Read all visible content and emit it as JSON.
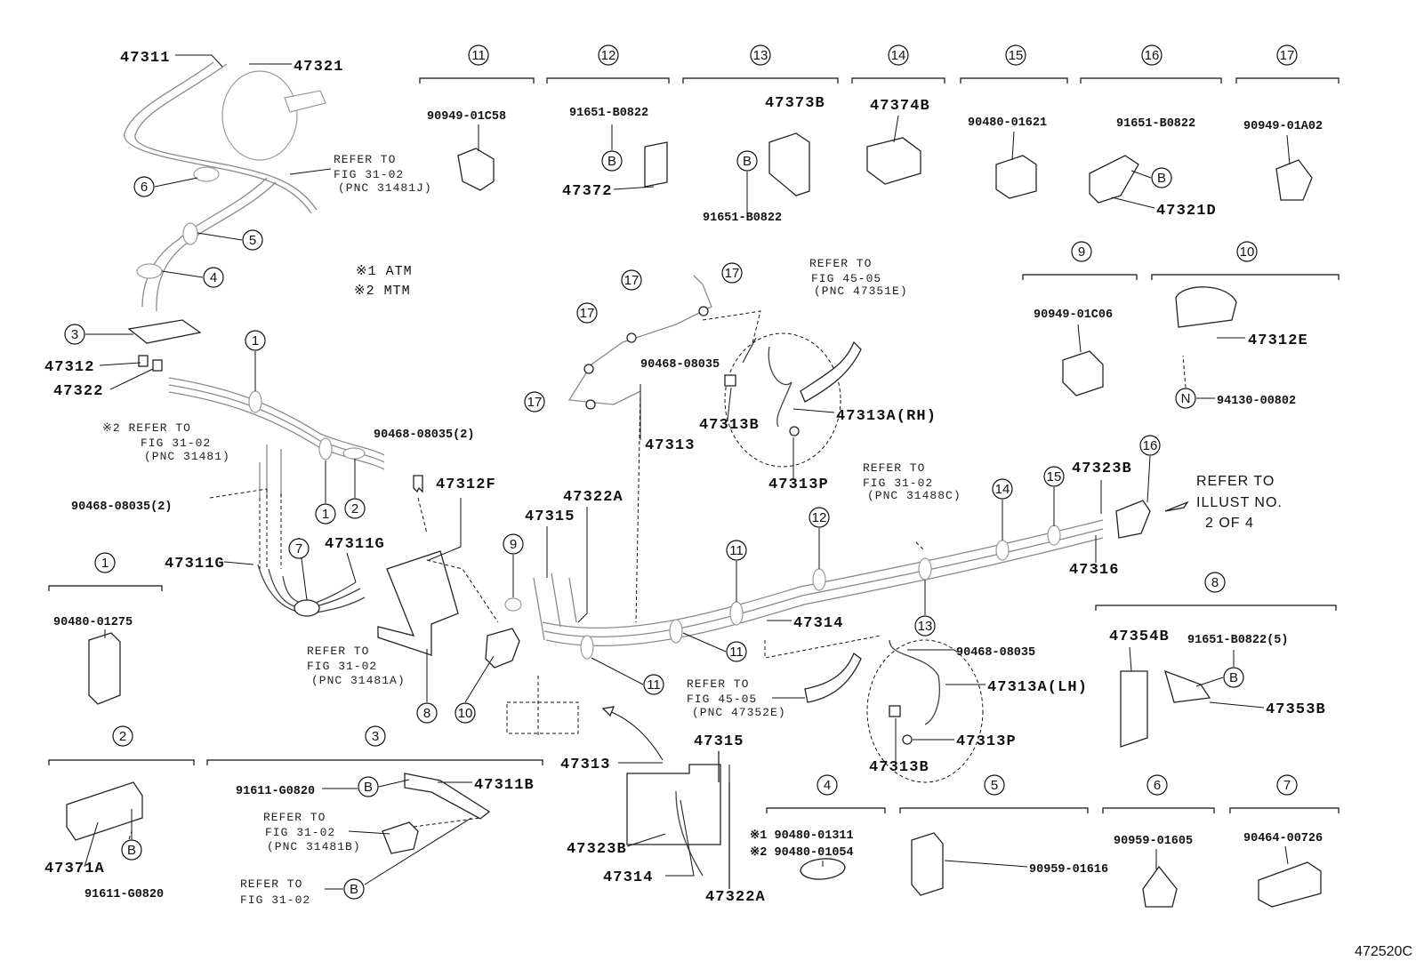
{
  "parts": [
    "47311",
    "47321",
    "47312",
    "47322",
    "90468-08035(2)",
    "90468-08035(2)",
    "47312F",
    "47311G",
    "47311G",
    "47315",
    "47322A",
    "47313",
    "90949-01C58",
    "91651-B0822",
    "47372",
    "47373B",
    "91651-B0822",
    "47374B",
    "90480-01621",
    "91651-B0822",
    "47321D",
    "90949-01A02",
    "90468-08035",
    "47313B",
    "47313A(RH)",
    "47313P",
    "90949-01C06",
    "47312E",
    "94130-00802",
    "47323B",
    "47316",
    "47314",
    "90468-08035",
    "47313A(LH)",
    "47313P",
    "47313B",
    "47354B",
    "91651-B0822(5)",
    "47353B",
    "90480-01275",
    "47371A",
    "91611-G0820",
    "91611-G0820",
    "47311B",
    "47313",
    "47315",
    "47323B",
    "47314",
    "47322A",
    "※1 90480-01311",
    "※2 90480-01054",
    "90959-01616",
    "90959-01605",
    "90464-00726"
  ],
  "refer": [
    "REFER TO",
    "FIG 31-02",
    "(PNC 31481J)",
    "※2 REFER TO",
    "FIG 31-02",
    "(PNC 31481)",
    "REFER TO",
    "FIG 31-02",
    "(PNC 31481A)",
    "REFER TO",
    "FIG 45-05",
    "(PNC 47351E)",
    "REFER TO",
    "FIG 31-02",
    "(PNC 31488C)",
    "REFER TO",
    "ILLUST NO.",
    "2 OF 4",
    "REFER TO",
    "FIG 45-05",
    "(PNC 47352E)",
    "REFER TO",
    "FIG 31-02",
    "(PNC 31481B)",
    "REFER TO",
    "FIG 31-02"
  ],
  "notes": [
    "※1 ATM",
    "※2 MTM"
  ],
  "callouts": [
    "11",
    "12",
    "13",
    "14",
    "15",
    "16",
    "17",
    "9",
    "10",
    "8",
    "1",
    "2",
    "3",
    "4",
    "5",
    "6",
    "7",
    "6",
    "5",
    "4",
    "3",
    "1",
    "1",
    "2",
    "7",
    "8",
    "10",
    "9",
    "11",
    "17",
    "17",
    "17",
    "17",
    "12",
    "14",
    "15",
    "16",
    "11",
    "11",
    "13",
    "B",
    "B",
    "B",
    "N",
    "B",
    "B",
    "B",
    "B"
  ],
  "figure_code": "472520C"
}
